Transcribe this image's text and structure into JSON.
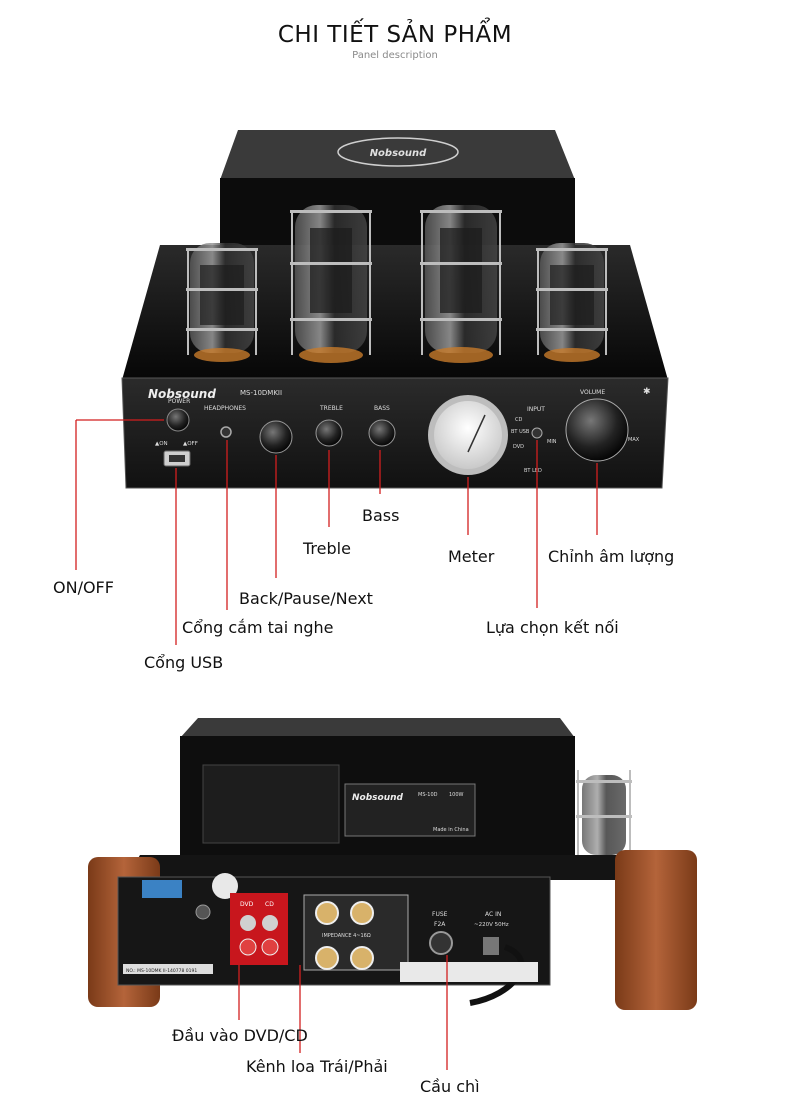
{
  "header": {
    "title": "CHI TIẾT SẢN PHẨM",
    "subtitle": "Panel description"
  },
  "front_panel": {
    "brand": "Nobsound",
    "model": "MS-10DMKII",
    "panel_text": {
      "power": "POWER",
      "headphones": "HEADPHONES",
      "treble": "TREBLE",
      "bass": "BASS",
      "input": "INPUT",
      "volume": "VOLUME",
      "on": "▲ON",
      "off": "▲OFF",
      "cd": "CD",
      "bt_usb": "BT USB",
      "dvd": "DVD",
      "bt_led": "BT LED",
      "min": "MIN",
      "max": "MAX",
      "bluetooth_symbol": "✱"
    },
    "callouts": {
      "on_off": "ON/OFF",
      "usb_port": "Cổng USB",
      "headphone_jack": "Cổng cắm tai nghe",
      "back_pause_next": "Back/Pause/Next",
      "treble": "Treble",
      "bass": "Bass",
      "meter": "Meter",
      "input_select": "Lựa chọn kết nối",
      "volume": "Chỉnh âm lượng"
    }
  },
  "back_panel": {
    "brand": "Nobsound",
    "model_plate": "MS-10D",
    "power_rating": "100W",
    "made_in": "Made in China",
    "dvd": "DVD",
    "cd": "CD",
    "impedance": "IMPEDANCE 4~16Ω",
    "fuse": "FUSE",
    "fuse_rating": "F2A",
    "ac_in": "AC IN",
    "ac_voltage": "~220V 50Hz",
    "serial": "NO.: MS-10DMK II-140778 0191",
    "callouts": {
      "dvd_cd_input": "Đầu vào DVD/CD",
      "speaker_channels": "Kênh loa Trái/Phải",
      "fuse": "Cầu chì"
    }
  },
  "colors": {
    "callout_line": "#d21f1f",
    "chassis": "#1a1a1a",
    "wood": "#a0522d",
    "rca_panel": "#c8161d"
  }
}
